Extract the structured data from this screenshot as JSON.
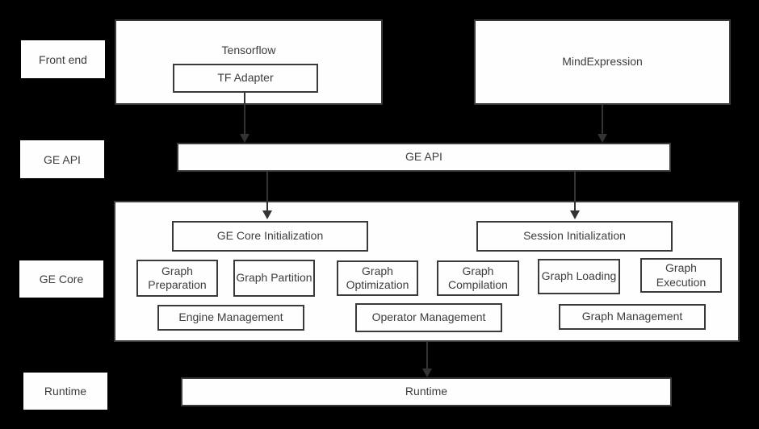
{
  "layer_labels": {
    "front_end": "Front end",
    "ge_api": "GE API",
    "ge_core": "GE Core",
    "runtime": "Runtime"
  },
  "front_end": {
    "tensorflow": {
      "label": "Tensorflow",
      "tf_adapter": "TF Adapter"
    },
    "mindexpression": {
      "label": "MindExpression"
    }
  },
  "ge_api": {
    "label": "GE API"
  },
  "ge_core": {
    "ge_core_initialization": "GE Core Initialization",
    "session_initialization": "Session Initialization",
    "modules": [
      "Graph Preparation",
      "Graph Partition",
      "Graph Optimization",
      "Graph Compilation",
      "Graph Loading",
      "Graph Execution"
    ],
    "management": [
      "Engine Management",
      "Operator Management",
      "Graph Management"
    ]
  },
  "runtime": {
    "label": "Runtime"
  },
  "colors": {
    "background": "#000000",
    "box_fill": "#fefefe",
    "border": "#3a3a3a",
    "text": "#3d3d3d",
    "arrow": "#333333"
  }
}
